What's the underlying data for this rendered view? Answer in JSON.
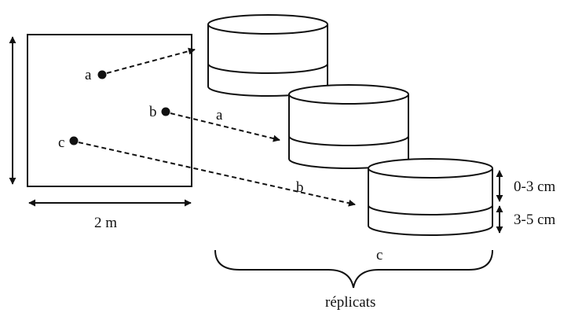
{
  "colors": {
    "ink": "#111111",
    "background": "#ffffff"
  },
  "plot": {
    "dimension_label": "2 m"
  },
  "points": [
    {
      "label": "a"
    },
    {
      "label": "b"
    },
    {
      "label": "c"
    }
  ],
  "cores": [
    {
      "label": "a"
    },
    {
      "label": "b"
    },
    {
      "label": "c"
    }
  ],
  "layers": [
    {
      "label": "0-3 cm"
    },
    {
      "label": "3-5 cm"
    }
  ],
  "group_label": "réplicats"
}
